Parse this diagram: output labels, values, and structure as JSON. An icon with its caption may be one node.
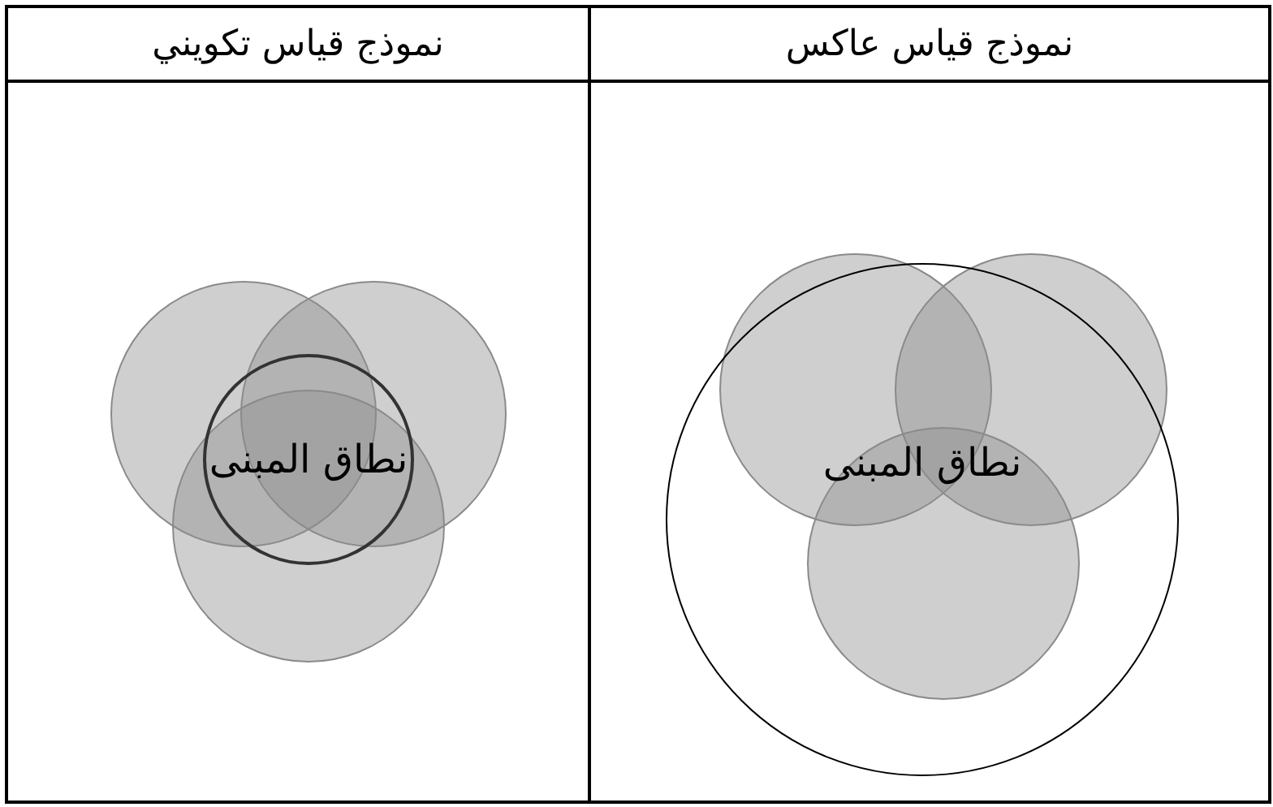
{
  "diagram": {
    "nodes": [
      {
        "text": [
          "نطاق المبنى"
        ]
      },
      {
        "text": [
          "نطاق المبنى"
        ]
      }
    ],
    "edges": [],
    "labels": [
      "نموذج قياس تكويني",
      "نموذج قياس عاكس"
    ]
  }
}
